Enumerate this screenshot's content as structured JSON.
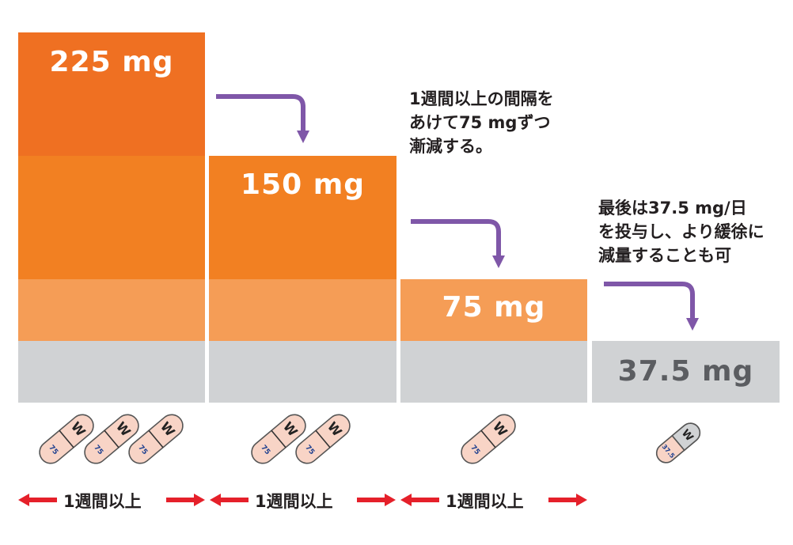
{
  "colors": {
    "dose_225_top": "#ef7022",
    "dose_150_band": "#f28022",
    "dose_75_band": "#f59d56",
    "dose_37_5_band": "#d0d2d4",
    "step_arrow": "#7f57a8",
    "week_arrow": "#e5202a",
    "capsule_75": "#f8d4c6",
    "capsule_37_5_cap": "#d0d2d4"
  },
  "steps": [
    {
      "dose_label": "225 mg",
      "capsules": 3,
      "capsule_type": "75"
    },
    {
      "dose_label": "150 mg",
      "capsules": 2,
      "capsule_type": "75"
    },
    {
      "dose_label": "75 mg",
      "capsules": 1,
      "capsule_type": "75"
    },
    {
      "dose_label": "37.5 mg",
      "capsules": 1,
      "capsule_type": "37.5"
    }
  ],
  "notes": {
    "taper": [
      "1週間以上の間隔を",
      "あけて75 mgずつ",
      "漸減する。"
    ],
    "final": [
      "最後は37.5 mg/日",
      "を投与し、より緩徐に",
      "減量することも可"
    ]
  },
  "capsule_marks": {
    "cap_symbol": "W",
    "body_75": "75",
    "body_37_5": "37.5"
  },
  "durations": [
    {
      "label": "1週間以上"
    },
    {
      "label": "1週間以上"
    },
    {
      "label": "1週間以上"
    }
  ]
}
